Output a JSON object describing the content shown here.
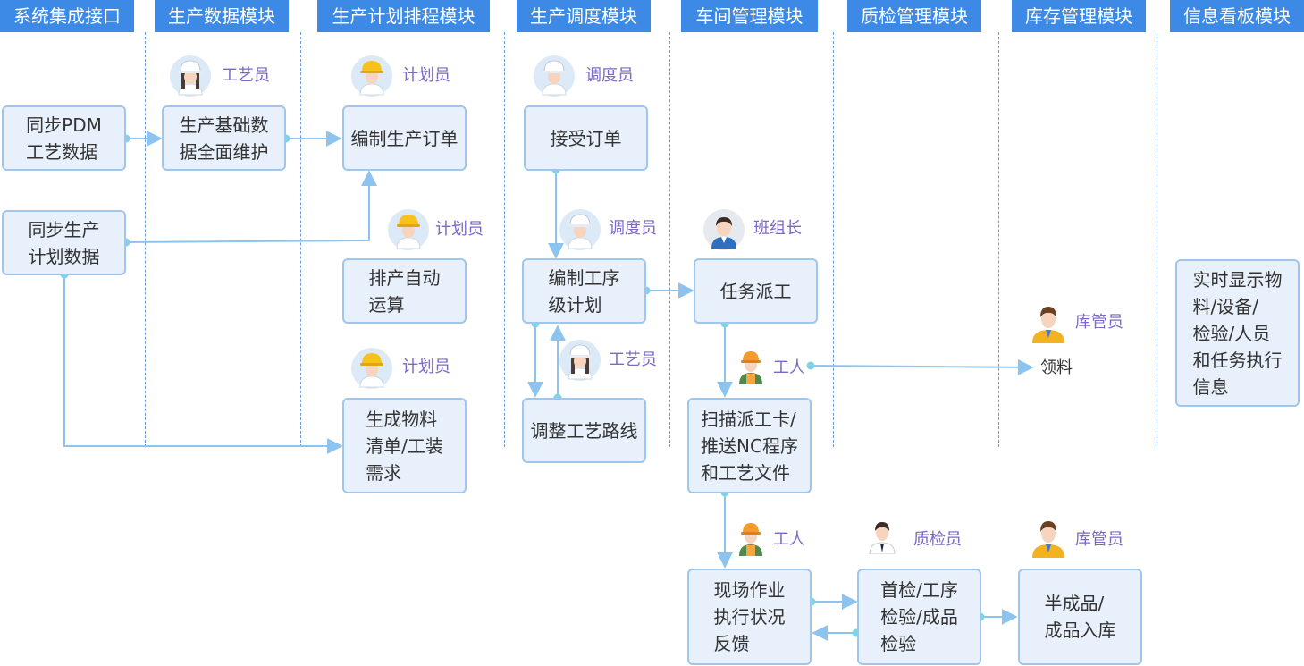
{
  "headers": [
    "系统集成接口",
    "生产数据模块",
    "生产计划排程模块",
    "生产调度模块",
    "车间管理模块",
    "质检管理模块",
    "库存管理模块",
    "信息看板模块"
  ],
  "nodes": {
    "sync_pdm": "同步PDM\n工艺数据",
    "sync_plan": "同步生产\n计划数据",
    "basic_data": "生产基础数\n据全面维护",
    "make_order": "编制生产订单",
    "auto_calc": "排产自动\n运算",
    "bom": "生成物料\n清单/工装\n需求",
    "accept_order": "接受订单",
    "process_plan": "编制工序\n级计划",
    "adjust_route": "调整工艺路线",
    "dispatch": "任务派工",
    "scan": "扫描派工卡/\n推送NC程序\n和工艺文件",
    "feedback": "现场作业\n执行状况\n反馈",
    "inspection": "首检/工序\n检验/成品\n检验",
    "warehousing": "半成品/\n成品入库",
    "dashboard": "实时显示物\n料/设备/\n检验/人员\n和任务执行\n信息"
  },
  "roles": {
    "r_craft1": "工艺员",
    "r_planner1": "计划员",
    "r_planner2": "计划员",
    "r_planner3": "计划员",
    "r_dispatcher1": "调度员",
    "r_dispatcher2": "调度员",
    "r_craft2": "工艺员",
    "r_leader": "班组长",
    "r_worker1": "工人",
    "r_worker2": "工人",
    "r_inspector": "质检员",
    "r_keeper1": "库管员",
    "r_keeper2": "库管员"
  },
  "pick_material": "领料",
  "colors": {
    "header": "#3d8ae6",
    "node_fill": "#e8f1fb",
    "node_border": "#9fc6ec",
    "arrow": "#8cc4ef",
    "dot": "#7fd3e6",
    "role_text": "#7b68c8",
    "divider": "#6a9bd8"
  }
}
